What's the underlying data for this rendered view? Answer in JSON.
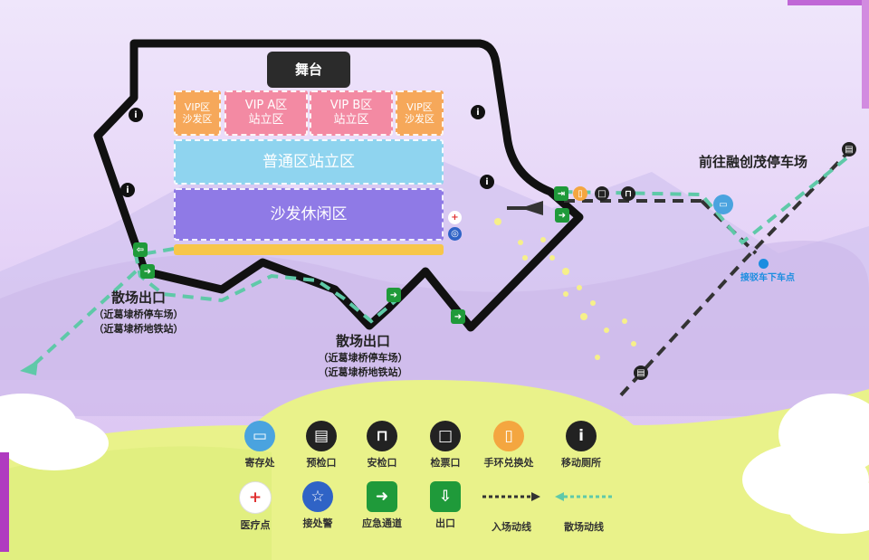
{
  "stage": "舞台",
  "zones": {
    "vip_sofa_left": [
      "VIP区",
      "沙发区"
    ],
    "vip_a": [
      "VIP A区",
      "站立区"
    ],
    "vip_b": [
      "VIP B区",
      "站立区"
    ],
    "vip_sofa_right": [
      "VIP区",
      "沙发区"
    ],
    "general": "普通区站立区",
    "sofa_lounge": "沙发休闲区"
  },
  "labels": {
    "parking_route": "前往融创茂停车场",
    "shuttle_dropoff": "接驳车下车点",
    "exit_left_title": "散场出口",
    "exit_left_sub1": "（近葛埭桥停车场）",
    "exit_left_sub2": "（近葛埭桥地铁站）",
    "exit_mid_title": "散场出口",
    "exit_mid_sub1": "（近葛埭桥停车场）",
    "exit_mid_sub2": "（近葛埭桥地铁站）"
  },
  "legend": [
    {
      "label": "寄存处",
      "icon": "locker-icon",
      "color": "#4aa3df"
    },
    {
      "label": "预检口",
      "icon": "precheck-icon",
      "color": "#222222"
    },
    {
      "label": "安检口",
      "icon": "security-gate-icon",
      "color": "#222222"
    },
    {
      "label": "检票口",
      "icon": "ticket-icon",
      "color": "#222222"
    },
    {
      "label": "手环兑换处",
      "icon": "wristband-icon",
      "color": "#f4a640"
    },
    {
      "label": "移动厕所",
      "icon": "restroom-icon",
      "color": "#222222"
    },
    {
      "label": "医疗点",
      "icon": "medical-icon",
      "color": "#ffffff"
    },
    {
      "label": "接处警",
      "icon": "police-icon",
      "color": "#2f63c6"
    },
    {
      "label": "应急通道",
      "icon": "emergency-exit-icon",
      "color": "#1f9a3a"
    },
    {
      "label": "出口",
      "icon": "exit-icon",
      "color": "#1f9a3a"
    },
    {
      "label": "入场动线",
      "icon": "entry-route-icon",
      "color": "#333333"
    },
    {
      "label": "散场动线",
      "icon": "exit-route-icon",
      "color": "#5fc9a8"
    }
  ],
  "colors": {
    "vip_sofa": "#f6a85a",
    "vip_standing": "#f38aa3",
    "general": "#8fd4ef",
    "sofa_lounge": "#8f7ae6",
    "strip": "#f7c64a",
    "entry_route": "#333333",
    "exit_route": "#5fc9a8",
    "hill": "#e9f28a"
  }
}
